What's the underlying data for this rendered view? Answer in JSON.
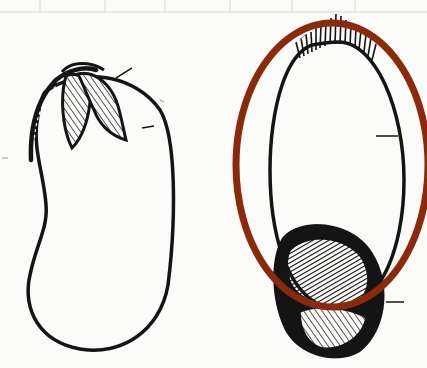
{
  "figure": {
    "panels": [
      {
        "id": "left",
        "subject": "bean-seed-with-emerging-shoot"
      },
      {
        "id": "right",
        "subject": "seed-with-highlighted-endosperm-region"
      }
    ],
    "highlight": {
      "shape": "ellipse",
      "color": "#8b2a0a"
    },
    "colors": {
      "ink": "#141414",
      "paper": "#fbfbf9",
      "highlight": "#8b2a0a"
    },
    "icons": [
      "bean-seed-outline",
      "young-shoot-leaves",
      "seed-outline",
      "endosperm-shading",
      "highlight-ellipse"
    ]
  }
}
